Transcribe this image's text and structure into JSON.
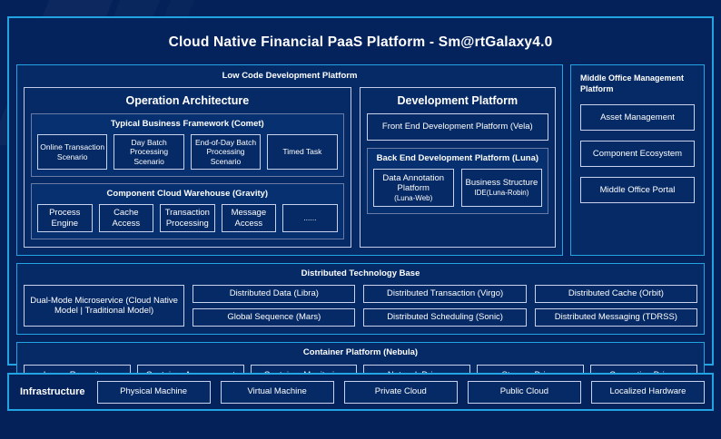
{
  "title": "Cloud Native Financial PaaS Platform - Sm@rtGalaxy4.0",
  "colors": {
    "background": "#042159",
    "panel": "#062a66",
    "accent_cyan": "#22a3e2",
    "border_light": "#c8d2ec",
    "border_gray": "#6a7ba6",
    "text": "#ffffff"
  },
  "low_code": {
    "title": "Low Code Development Platform",
    "operation_architecture": {
      "title": "Operation Architecture",
      "business_framework": {
        "title": "Typical Business Framework (Comet)",
        "items": [
          "Online Transaction Scenario",
          "Day Batch Processing Scenario",
          "End-of-Day Batch Processing Scenario",
          "Timed Task"
        ]
      },
      "component_warehouse": {
        "title": "Component Cloud Warehouse (Gravity)",
        "items": [
          "Process Engine",
          "Cache Access",
          "Transaction Processing",
          "Message Access",
          "......"
        ]
      }
    },
    "development_platform": {
      "title": "Development Platform",
      "front_end": "Front End Development Platform (Vela)",
      "back_end": {
        "title": "Back End Development Platform (Luna)",
        "items": [
          {
            "name": "Data Annotation Platform",
            "sub": "(Luna-Web)"
          },
          {
            "name": "Business Structure",
            "sub": "IDE(Luna-Robin)"
          }
        ]
      }
    }
  },
  "middle_office": {
    "title": "Middle Office Management Platform",
    "items": [
      "Asset Management",
      "Component Ecosystem",
      "Middle Office Portal"
    ]
  },
  "distributed_technology_base": {
    "title": "Distributed Technology Base",
    "dual_mode": "Dual-Mode Microservice (Cloud Native Model | Traditional Model)",
    "row1": [
      "Distributed Data (Libra)",
      "Distributed Transaction (Virgo)",
      "Distributed Cache (Orbit)"
    ],
    "row2": [
      "Global Sequence (Mars)",
      "Distributed Scheduling (Sonic)",
      "Distributed Messaging (TDRSS)"
    ]
  },
  "container_platform": {
    "title": "Container Platform (Nebula)",
    "items": [
      "Image Repository",
      "Container Arrangement",
      "Container Monitoring",
      "Network Driven",
      "Storage Driven",
      "Computing Driven"
    ]
  },
  "infrastructure": {
    "label": "Infrastructure",
    "items": [
      "Physical Machine",
      "Virtual Machine",
      "Private Cloud",
      "Public Cloud",
      "Localized Hardware"
    ]
  }
}
